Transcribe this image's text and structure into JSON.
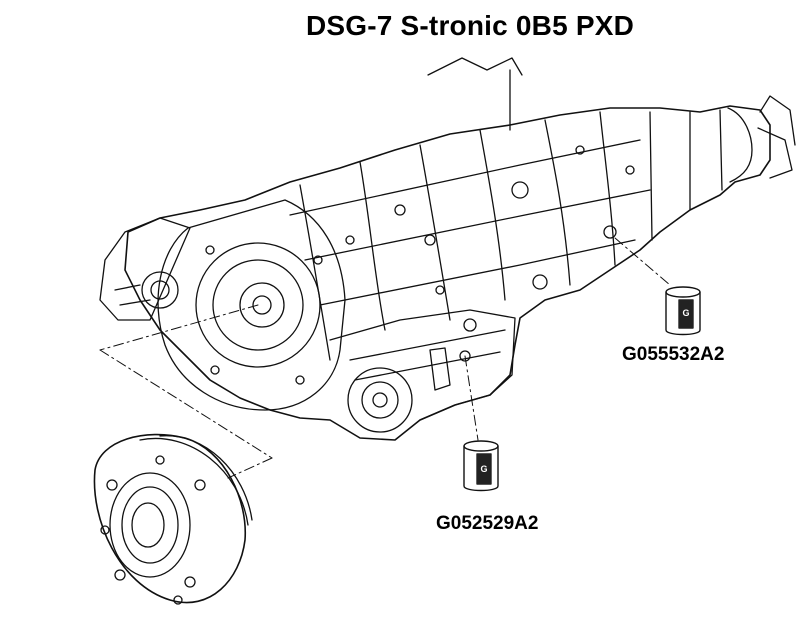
{
  "diagram": {
    "title": "DSG-7 S-tronic 0B5 PXD",
    "parts": [
      {
        "part_number": "G055532A2",
        "icon": "fluid-bottle-icon",
        "brand_mark": "oil-brand-logo-icon"
      },
      {
        "part_number": "G052529A2",
        "icon": "fluid-bottle-icon",
        "brand_mark": "oil-brand-logo-icon"
      }
    ]
  }
}
